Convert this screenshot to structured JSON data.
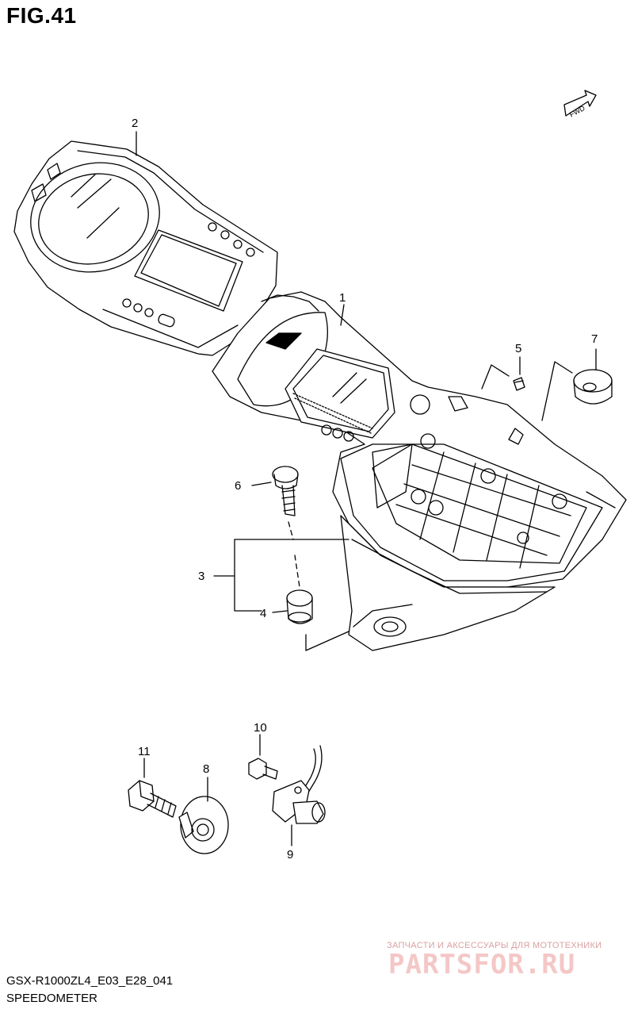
{
  "figure_title": "FIG.41",
  "model_code": "GSX-R1000ZL4_E03_E28_041",
  "section_name": "SPEEDOMETER",
  "fwd_label": "FWD",
  "callouts": [
    "1",
    "2",
    "3",
    "4",
    "5",
    "6",
    "7",
    "8",
    "9",
    "10",
    "11"
  ],
  "watermark": {
    "subtitle": "ЗАПЧАСТИ И АКСЕССУАРЫ ДЛЯ МОТОТЕХНИКИ",
    "brand": "PARTSFOR.RU",
    "color": "#f4c7c7"
  }
}
